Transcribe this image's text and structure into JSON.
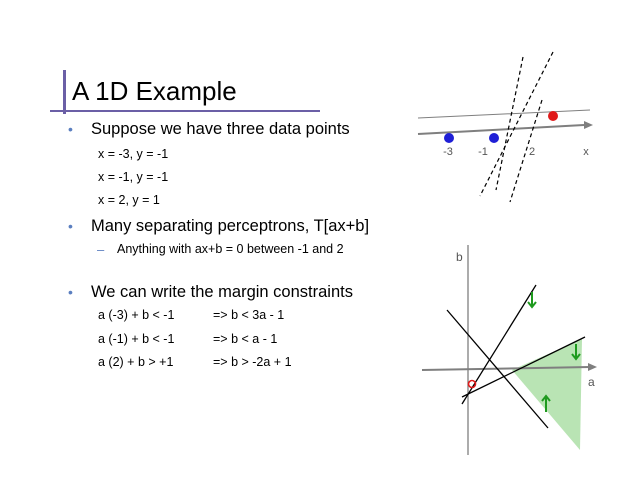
{
  "slide": {
    "title": "A 1D Example",
    "bullets": [
      "Suppose we have three data points",
      "Many separating perceptrons, T[ax+b]",
      "We can write the margin constraints"
    ],
    "data_points": [
      "x = -3, y = -1",
      "x = -1, y = -1",
      "x =  2, y =  1"
    ],
    "sub_bullet": "Anything with ax+b = 0 between -1 and 2",
    "constraints": [
      {
        "lhs": "a (-3) + b < -1",
        "rhs": "=> b < 3a - 1"
      },
      {
        "lhs": "a (-1) + b < -1",
        "rhs": "=> b <  a - 1"
      },
      {
        "lhs": "a (2) + b > +1",
        "rhs": "=> b > -2a + 1"
      }
    ]
  },
  "top_plot": {
    "tick_labels": [
      "-3",
      "-1",
      "2"
    ],
    "axis_label": "x",
    "colors": {
      "negative": "#1f1fd6",
      "positive": "#e01a1a",
      "axis": "#7f7f7f"
    }
  },
  "bottom_plot": {
    "axis_label_a": "a",
    "axis_label_b": "b",
    "colors": {
      "feasible_region": "#b9e4b4",
      "arrow": "#1e9a1e",
      "marker": "#e01a1a",
      "axis": "#7f7f7f"
    }
  }
}
